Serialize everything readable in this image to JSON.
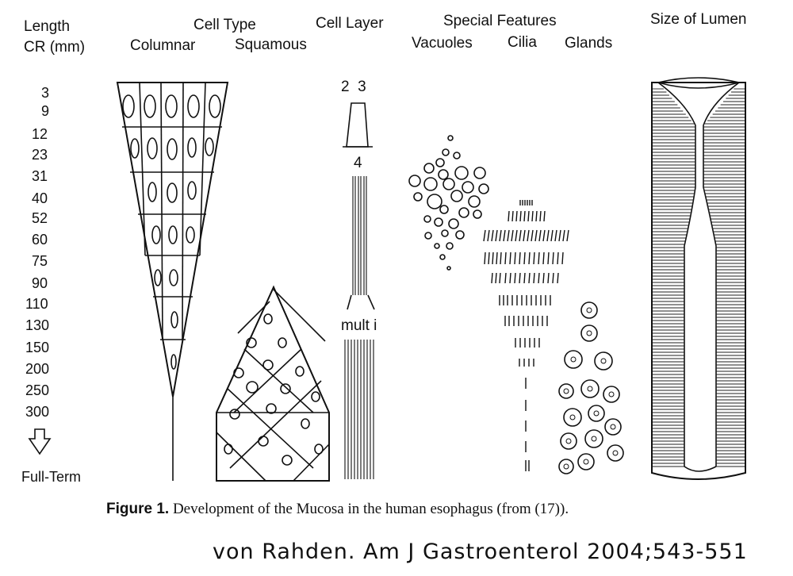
{
  "headers": {
    "length_line1": "Length",
    "length_line2": "CR (mm)",
    "cell_type": "Cell Type",
    "columnar": "Columnar",
    "squamous": "Squamous",
    "cell_layer": "Cell Layer",
    "special_features": "Special Features",
    "vacuoles": "Vacuoles",
    "cilia": "Cilia",
    "glands": "Glands",
    "size_of_lumen": "Size of Lumen"
  },
  "lengths": [
    "3",
    "9",
    "12",
    "23",
    "31",
    "40",
    "52",
    "60",
    "75",
    "90",
    "110",
    "130",
    "150",
    "200",
    "250",
    "300"
  ],
  "full_term": "Full-Term",
  "cell_layer_labels": {
    "top": "2  3",
    "mid": "4",
    "multi": "mult i"
  },
  "caption": {
    "figure": "Figure 1.",
    "text": " Development of the Mucosa in the human esophagus (from (17))."
  },
  "citation": "von Rahden. Am J Gastroenterol 2004;543-551"
}
